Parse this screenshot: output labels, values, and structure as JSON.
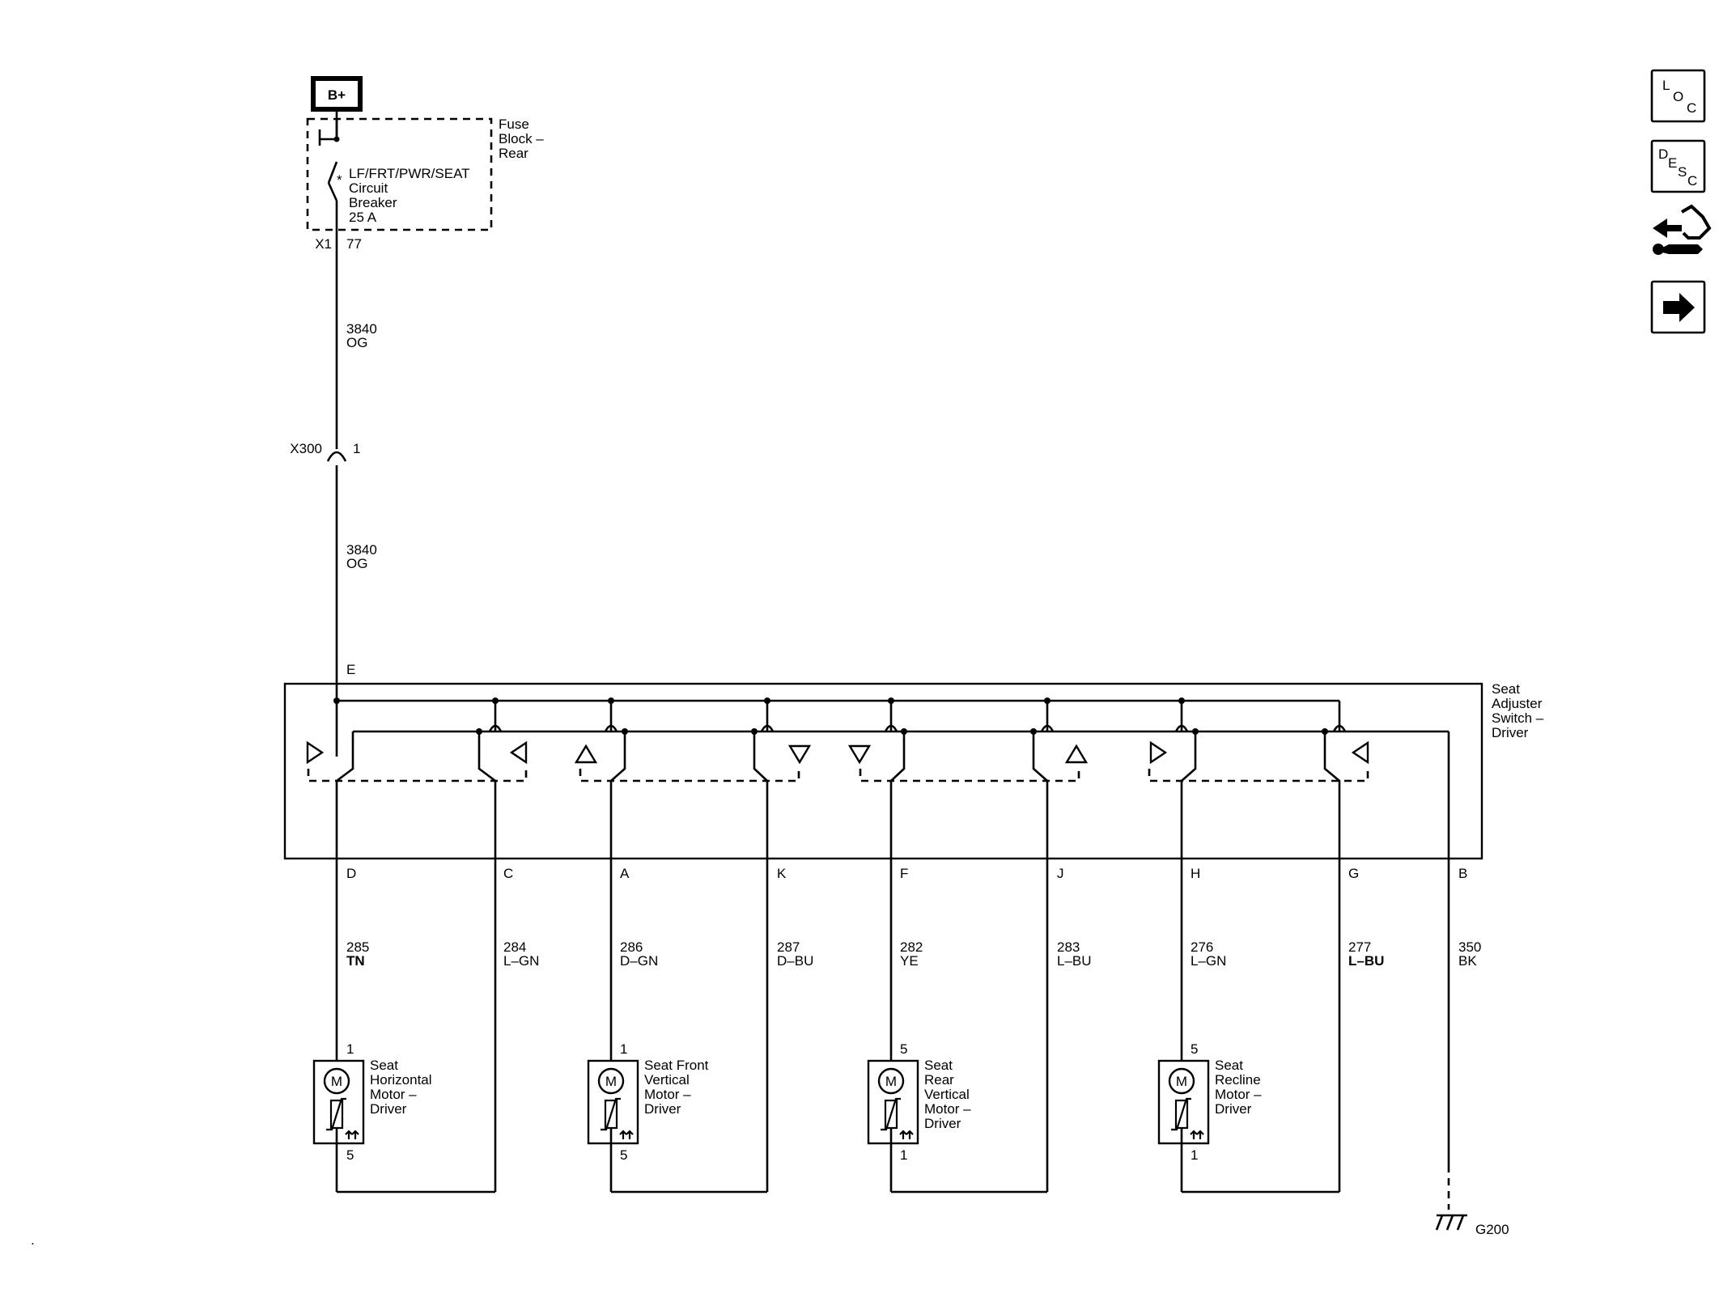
{
  "power": {
    "source": "B+"
  },
  "fuse_block": {
    "name": [
      "Fuse",
      "Block –",
      "Rear"
    ],
    "breaker": [
      "LF/FRT/PWR/SEAT",
      "Circuit",
      "Breaker",
      "25 A"
    ],
    "connector": "X1",
    "pin": "77"
  },
  "feed": {
    "upper_circuit": "3840",
    "upper_color": "OG",
    "inline_connector": "X300",
    "inline_pin": "1",
    "lower_circuit": "3840",
    "lower_color": "OG",
    "switch_pin": "E"
  },
  "switch": {
    "name": [
      "Seat",
      "Adjuster",
      "Switch –",
      "Driver"
    ]
  },
  "pins": [
    {
      "pin": "D",
      "circuit": "285",
      "color": "TN"
    },
    {
      "pin": "C",
      "circuit": "284",
      "color": "L–GN"
    },
    {
      "pin": "A",
      "circuit": "286",
      "color": "D–GN"
    },
    {
      "pin": "K",
      "circuit": "287",
      "color": "D–BU"
    },
    {
      "pin": "F",
      "circuit": "282",
      "color": "YE"
    },
    {
      "pin": "J",
      "circuit": "283",
      "color": "L–BU"
    },
    {
      "pin": "H",
      "circuit": "276",
      "color": "L–GN"
    },
    {
      "pin": "G",
      "circuit": "277",
      "color": "L–BU"
    },
    {
      "pin": "B",
      "circuit": "350",
      "color": "BK"
    }
  ],
  "motors": [
    {
      "name": [
        "Seat",
        "Horizontal",
        "Motor –",
        "Driver"
      ],
      "top_pin": "1",
      "bottom_pin": "5",
      "symbol": "M"
    },
    {
      "name": [
        "Seat Front",
        "Vertical",
        "Motor –",
        "Driver"
      ],
      "top_pin": "1",
      "bottom_pin": "5",
      "symbol": "M"
    },
    {
      "name": [
        "Seat",
        "Rear",
        "Vertical",
        "Motor –",
        "Driver"
      ],
      "top_pin": "5",
      "bottom_pin": "1",
      "symbol": "M"
    },
    {
      "name": [
        "Seat",
        "Recline",
        "Motor –",
        "Driver"
      ],
      "top_pin": "5",
      "bottom_pin": "1",
      "symbol": "M"
    }
  ],
  "ground": {
    "label": "G200"
  },
  "side_icons": [
    {
      "name": "loc-icon",
      "letters": [
        "L",
        "O",
        "C"
      ]
    },
    {
      "name": "desc-icon",
      "letters": [
        "D",
        "E",
        "S",
        "C"
      ]
    },
    {
      "name": "connector-wrench-icon"
    },
    {
      "name": "arrow-right-icon"
    }
  ]
}
